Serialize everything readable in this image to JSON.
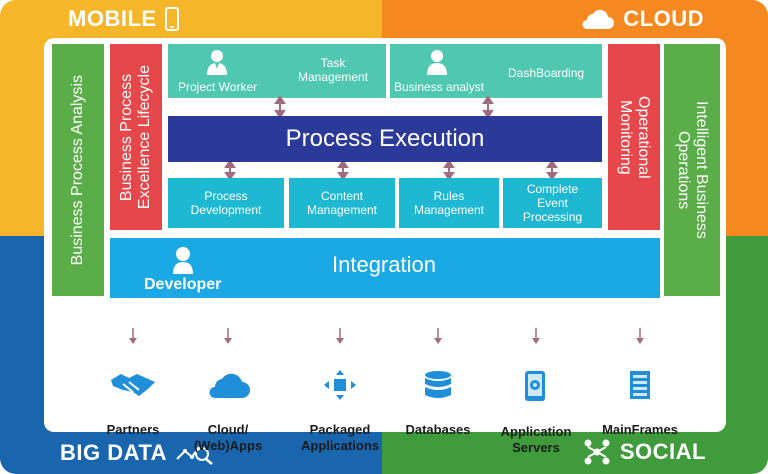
{
  "quadrants": {
    "mobile": {
      "label": "MOBILE",
      "icon": "mobile-phone-icon",
      "color": "#f5b62a"
    },
    "cloud": {
      "label": "CLOUD",
      "icon": "cloud-icon",
      "color": "#f5891f"
    },
    "big_data": {
      "label": "BIG DATA",
      "icon": "analytics-icon",
      "color": "#1a66ae"
    },
    "social": {
      "label": "SOCIAL",
      "icon": "social-network-icon",
      "color": "#3f9b3b"
    }
  },
  "side_bars": {
    "business_process_analysis": "Business Process Analysis",
    "business_process_excellence": "Business Process\nExcellence Lifecycle",
    "operational_monitoring": "Operational\nMonitoring",
    "intelligent_business_operations": "Intelligent Business\nOperations"
  },
  "roles": {
    "project_worker": "Project Worker",
    "task_management": "Task\nManagement",
    "business_analyst": "Business analyst",
    "dashboarding": "DashBoarding"
  },
  "process_execution": "Process Execution",
  "sub_modules": [
    "Process\nDevelopment",
    "Content\nManagement",
    "Rules\nManagement",
    "Complete\nEvent\nProcessing"
  ],
  "integration": {
    "title": "Integration",
    "developer": "Developer"
  },
  "systems": [
    {
      "label": "Partners",
      "icon": "handshake-icon"
    },
    {
      "label": "Cloud/\n(Web)Apps",
      "icon": "cloud-icon"
    },
    {
      "label": "Packaged\nApplications",
      "icon": "package-icon"
    },
    {
      "label": "Databases",
      "icon": "database-icon"
    },
    {
      "label": "Application\nServers",
      "icon": "server-gear-icon"
    },
    {
      "label": "MainFrames",
      "icon": "mainframe-icon"
    }
  ]
}
